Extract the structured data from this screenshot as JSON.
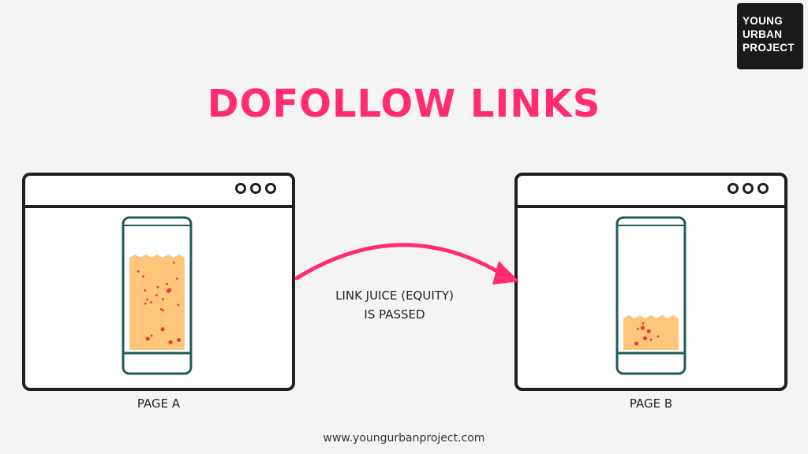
{
  "logo": {
    "lines": [
      "YOUNG",
      "URBAN",
      "PROJECT"
    ]
  },
  "title": "DOFOLLOW LINKS",
  "page_a": {
    "label": "PAGE A",
    "juice_level": 0.78
  },
  "page_b": {
    "label": "PAGE B",
    "juice_level": 0.28
  },
  "arrow": {
    "lines": [
      "LINK JUICE (EQUITY)",
      "IS PASSED"
    ]
  },
  "footer": "www.youngurbanproject.com",
  "colors": {
    "title": "#ff2d6f",
    "arrow": "#ff2d6f",
    "juice": "#fdc67a",
    "bubble": "#ee3a3a",
    "glass_outline": "#1f5a5a",
    "window_border": "#1f1f1f"
  }
}
